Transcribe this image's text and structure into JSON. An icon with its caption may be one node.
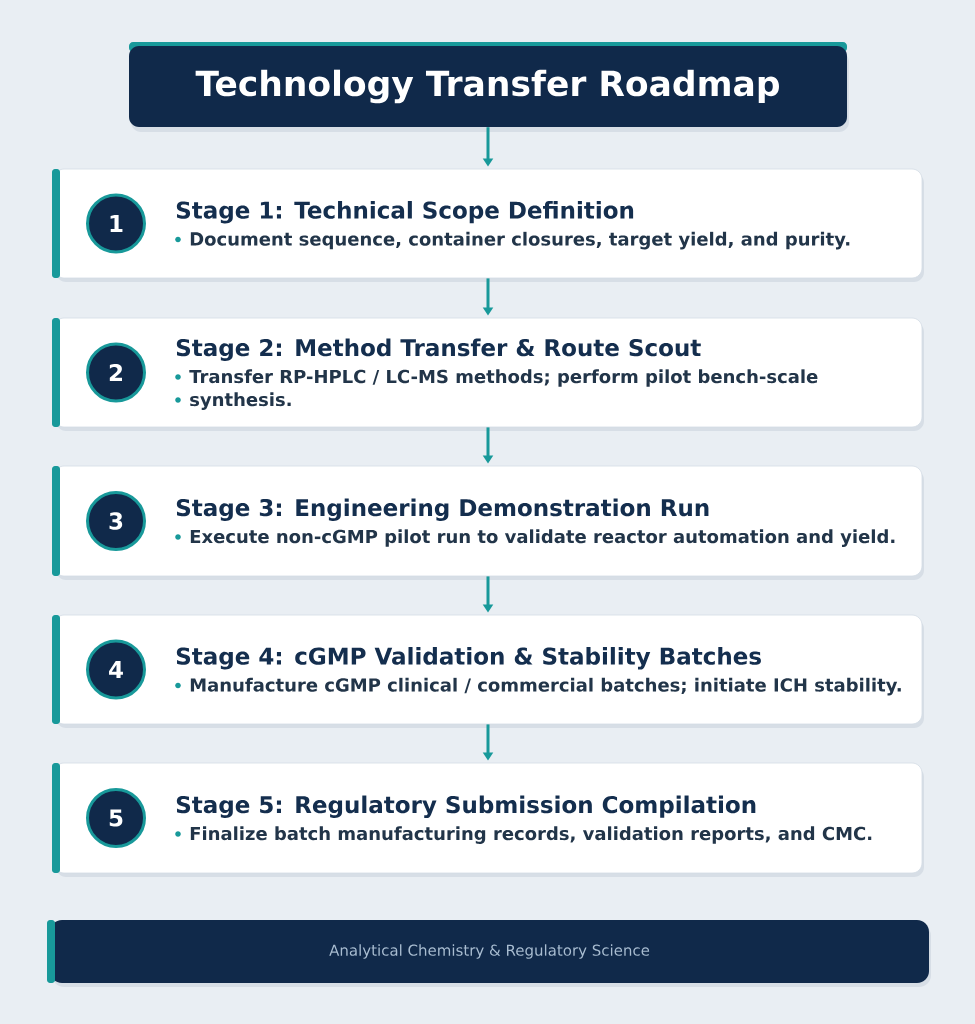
{
  "diagram": {
    "nodes": [
      {
        "text": [
          "Technology Transfer Roadmap"
        ]
      },
      {
        "text": [
          "Stage 1: Technical Scope Definition",
          "Document sequence, container closures, target yield, and purity."
        ]
      },
      {
        "text": [
          "1"
        ],
        "in": 1
      },
      {
        "text": [
          "Stage 2: Method Transfer & Route Scout",
          "Transfer RP-HPLC / LC-MS methods; perform pilot bench-scale",
          "synthesis."
        ]
      },
      {
        "text": [
          "2"
        ],
        "in": 3
      },
      {
        "text": [
          "Stage 3: Engineering Demonstration Run",
          "Execute non-cGMP pilot run to validate reactor automation and yield."
        ]
      },
      {
        "text": [
          "3"
        ],
        "in": 5
      },
      {
        "text": [
          "Stage 4: cGMP Validation & Stability Batches",
          "Manufacture cGMP clinical / commercial batches; initiate ICH stability."
        ]
      },
      {
        "text": [
          "4"
        ],
        "in": 7
      },
      {
        "text": [
          "Stage 5: Regulatory Submission Compilation",
          "Finalize batch manufacturing records, validation reports, and CMC."
        ]
      },
      {
        "text": [
          "5"
        ],
        "in": 9
      },
      {
        "text": [
          "Analytical Chemistry & Regulatory Science"
        ]
      }
    ],
    "edges": [
      {
        "from": 0,
        "to": 1,
        "arrow": "to"
      },
      {
        "from": 1,
        "to": 3,
        "arrow": "to"
      },
      {
        "from": 3,
        "to": 5,
        "arrow": "to"
      },
      {
        "from": 5,
        "to": 7,
        "arrow": "to"
      },
      {
        "from": 7,
        "to": 9,
        "arrow": "to"
      }
    ]
  }
}
